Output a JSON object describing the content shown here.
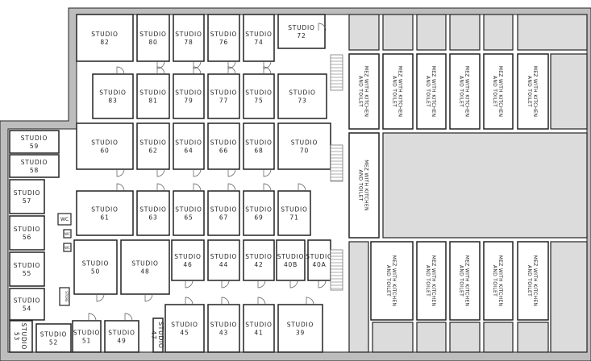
{
  "colors": {
    "wall": "#222222",
    "outer_wall": "#bdbdbd",
    "void": "#dcdcdc",
    "floor": "#ffffff"
  },
  "studio_word": "STUDIO",
  "studios": [
    "82",
    "80",
    "78",
    "76",
    "74",
    "72",
    "83",
    "81",
    "79",
    "77",
    "75",
    "73",
    "60",
    "62",
    "64",
    "66",
    "68",
    "70",
    "61",
    "63",
    "65",
    "67",
    "69",
    "71",
    "50",
    "48",
    "46",
    "44",
    "42",
    "40B",
    "40A",
    "45",
    "43",
    "41",
    "39",
    "51",
    "49",
    "47",
    "52",
    "53",
    "59",
    "58",
    "57",
    "56",
    "55",
    "54"
  ],
  "mez": {
    "line1": "MEZ WITH KITCHEN",
    "line2": "AND TOILET"
  },
  "wc_label": "WC",
  "store_label": "STORE",
  "icons": [
    "door-swing-icon",
    "staircase-icon"
  ]
}
